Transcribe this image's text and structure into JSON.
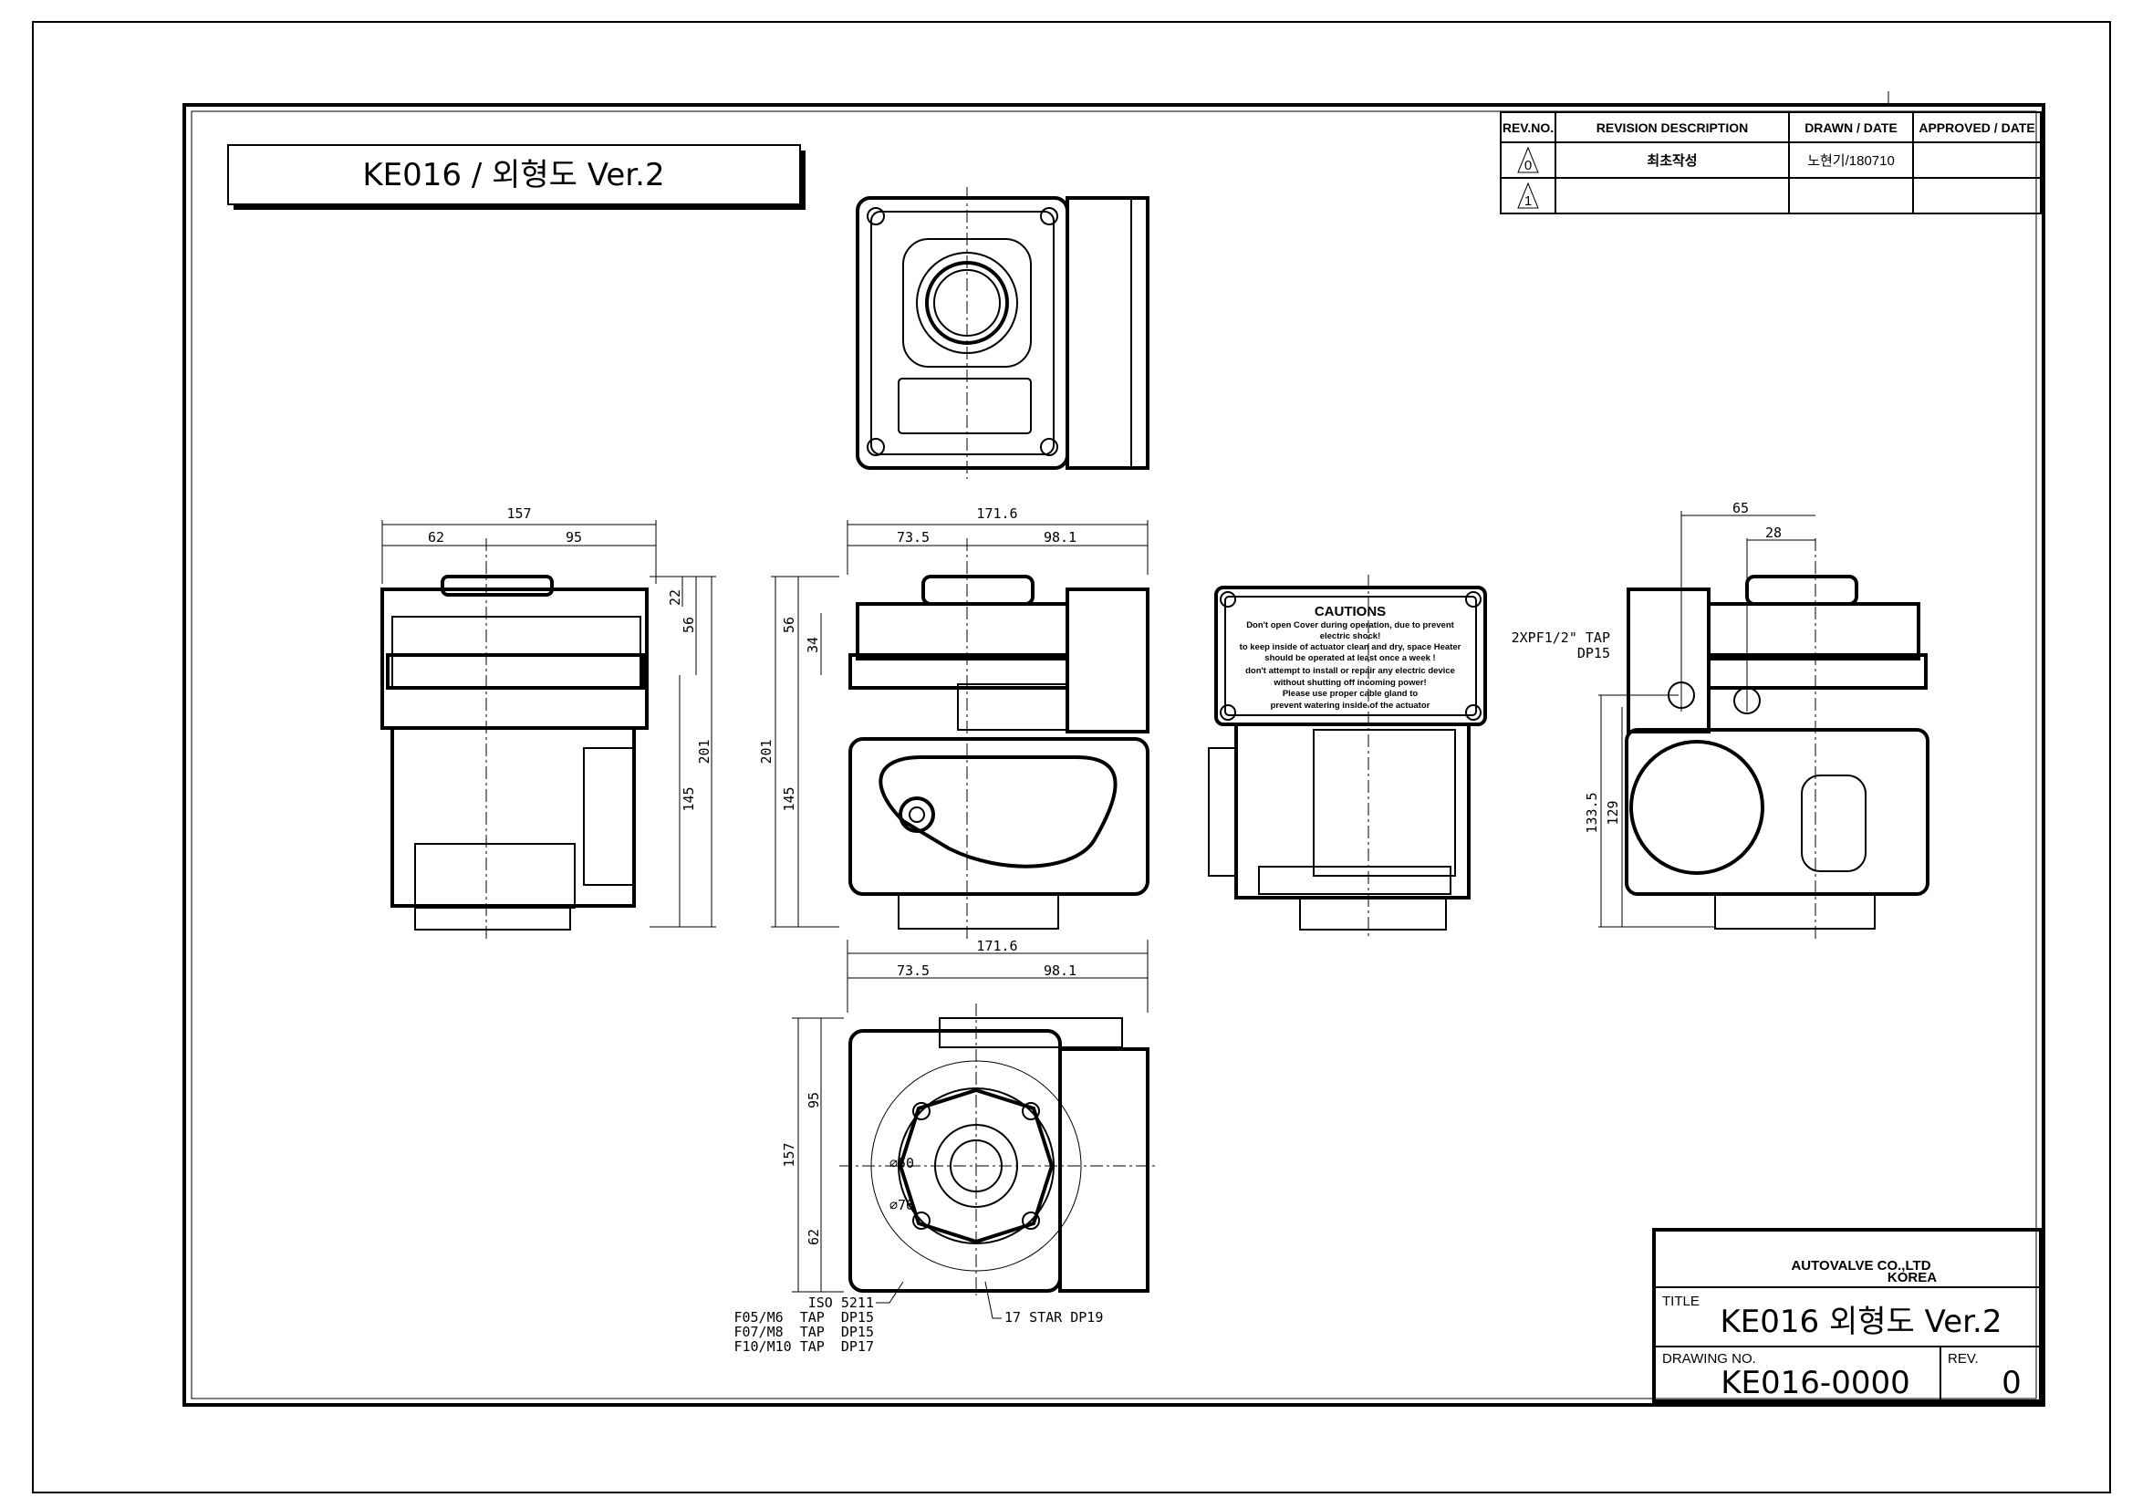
{
  "drawing_title": "KE016 / 외형도 Ver.2",
  "revision_table": {
    "headers": [
      "REV.NO.",
      "REVISION DESCRIPTION",
      "DRAWN / DATE",
      "APPROVED / DATE"
    ],
    "rows": [
      {
        "rev": "0",
        "description": "최초작성",
        "drawn": "노현기/180710",
        "approved": ""
      },
      {
        "rev": "1",
        "description": "",
        "drawn": "",
        "approved": ""
      }
    ]
  },
  "caution_plate": {
    "heading": "CAUTIONS",
    "lines": [
      "Don't open Cover during operation, due to prevent",
      "electric shock!",
      "to keep inside of actuator clean and dry, space Heater",
      "should be operated at least once a week !",
      "don't attempt to install or repair any electric device",
      "without shutting off incoming power!",
      "Please use proper cable gland to",
      "prevent watering inside of the actuator"
    ]
  },
  "dimensions": {
    "left_view": [
      "157",
      "62",
      "95",
      "22",
      "56",
      "201",
      "145"
    ],
    "front_view": [
      "171.6",
      "73.5",
      "98.1",
      "56",
      "34",
      "201",
      "145"
    ],
    "right_view": [
      "65",
      "28",
      "2XPF1/2\" TAP",
      "DP15",
      "133.5",
      "129"
    ],
    "bottom_view": [
      "171.6",
      "73.5",
      "98.1",
      "95",
      "157",
      "62",
      "⌀50",
      "⌀70"
    ]
  },
  "notes": {
    "iso": "ISO 5211",
    "taps": [
      "F05/M6  TAP  DP15",
      "F07/M8  TAP  DP15",
      "F10/M10 TAP  DP17"
    ],
    "star": "17 STAR DP19"
  },
  "title_block": {
    "company": "AUTOVALVE CO.,LTD",
    "country": "KOREA",
    "title_label": "TITLE",
    "title": "KE016 외형도 Ver.2",
    "drawing_no_label": "DRAWING NO.",
    "drawing_no": "KE016-0000",
    "rev_label": "REV.",
    "rev": "0"
  }
}
